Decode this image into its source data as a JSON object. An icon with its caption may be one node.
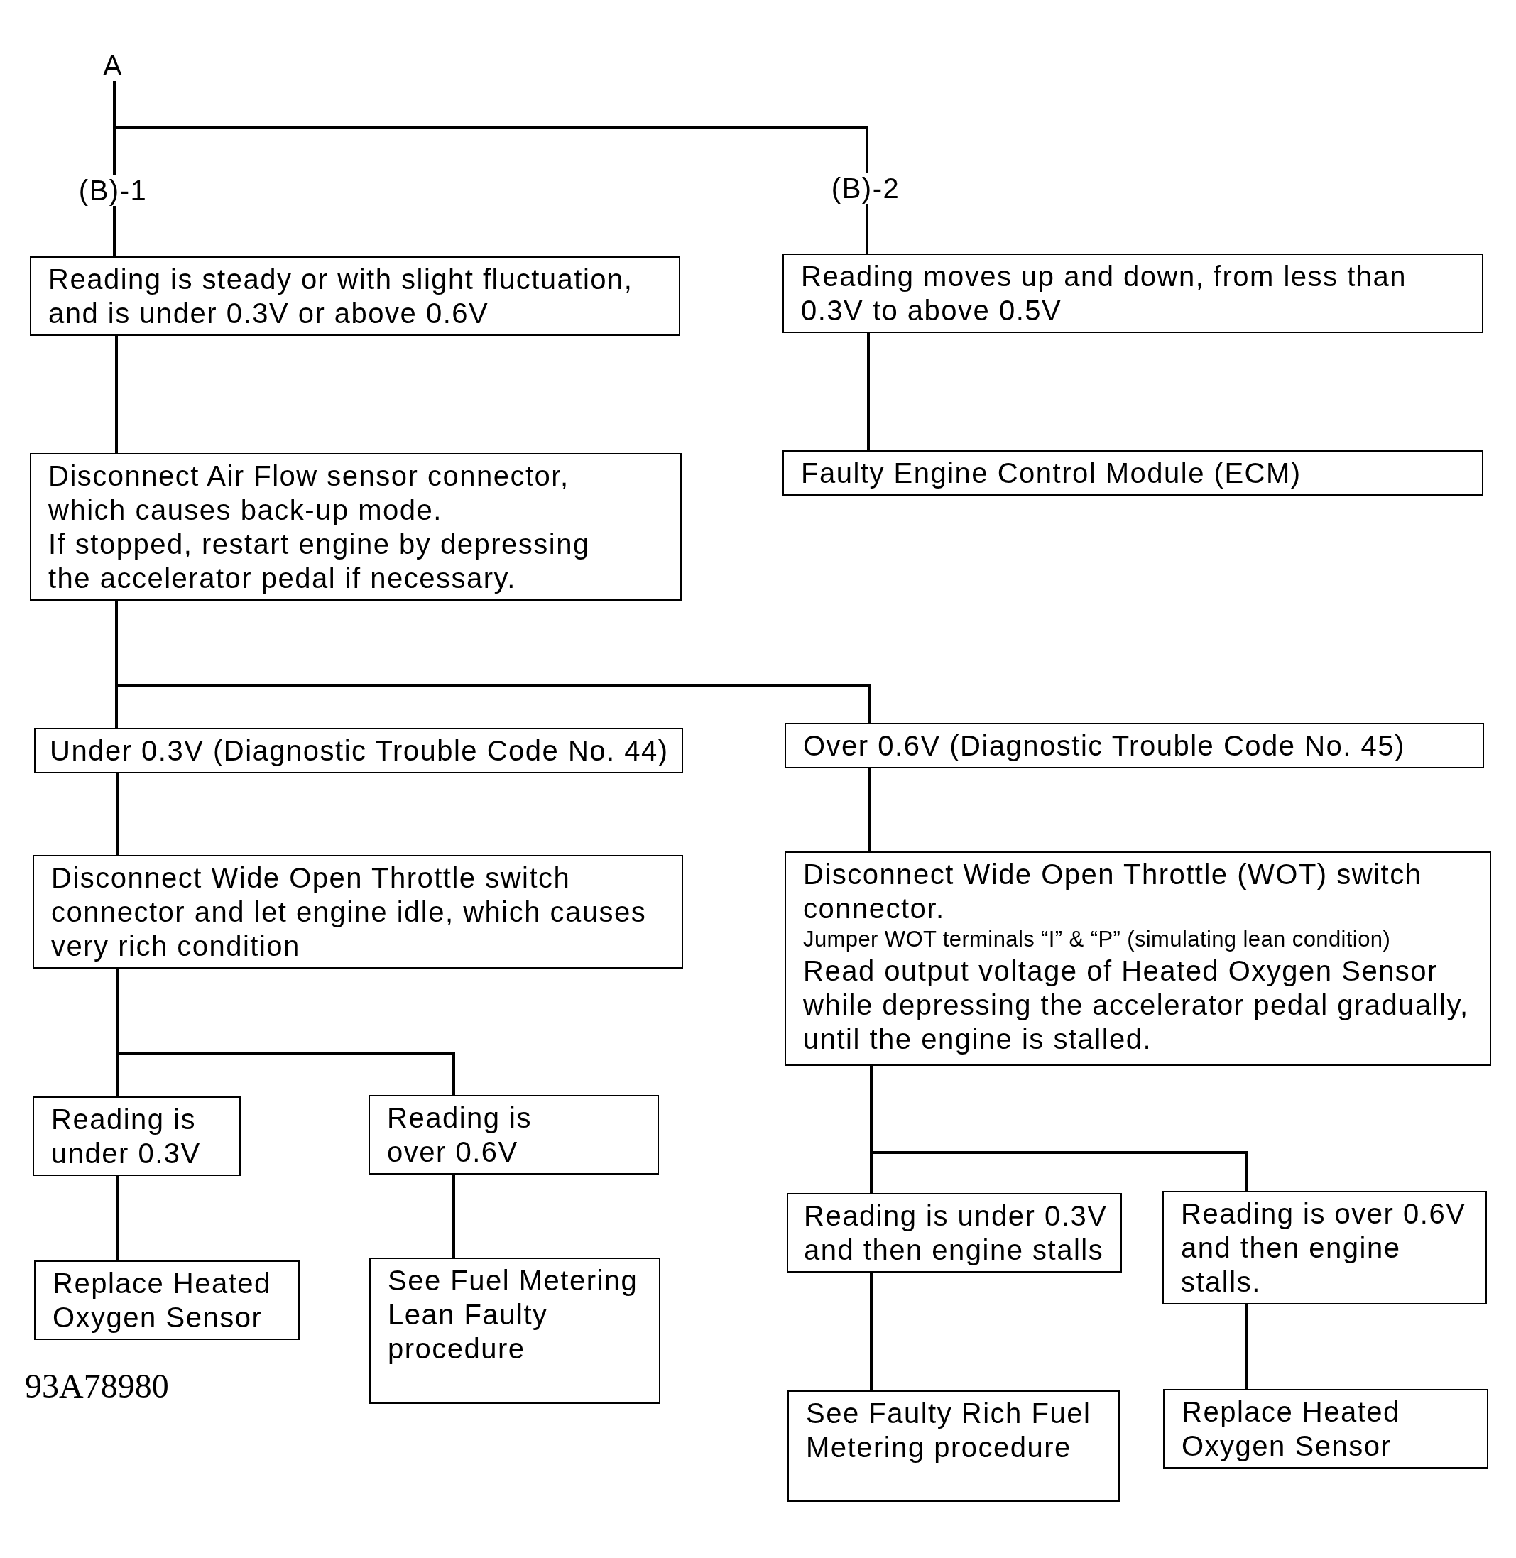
{
  "diagram": {
    "nodes": [
      {
        "text": [
          "A"
        ]
      },
      {
        "text": [
          "(B)-1"
        ]
      },
      {
        "text": [
          "(B)-2"
        ]
      },
      {
        "text": [
          "Reading is steady or with slight fluctuation, and is under 0.3V or above 0.6V"
        ]
      },
      {
        "text": [
          "Reading moves up and down, from less than 0.3V to above 0.5V"
        ]
      },
      {
        "text": [
          "Disconnect Air Flow sensor connector, which causes back-up mode.",
          "If stopped, restart engine by depressing the accelerator pedal if necessary."
        ]
      },
      {
        "text": [
          "Faulty Engine Control Module (ECM)"
        ]
      },
      {
        "text": [
          "Under 0.3V (Diagnostic Trouble Code No. 44)"
        ]
      },
      {
        "text": [
          "Over 0.6V (Diagnostic Trouble Code No. 45)"
        ]
      },
      {
        "text": [
          "Disconnect Wide Open Throttle switch connector and let engine idle, which causes very rich condition"
        ]
      },
      {
        "text": [
          "Disconnect Wide Open Throttle (WOT) switch connector.",
          "Jumper WOT terminals “I” & “P” (simulating lean condition)",
          "Read output voltage of Heated Oxygen Sensor while depressing the accelerator pedal gradually, until the engine is stalled."
        ]
      },
      {
        "text": [
          "Reading is under 0.3V"
        ]
      },
      {
        "text": [
          "Reading is over 0.6V"
        ]
      },
      {
        "text": [
          "Reading is under 0.3V and then engine stalls"
        ]
      },
      {
        "text": [
          "Reading is over 0.6V and then engine stalls."
        ]
      },
      {
        "text": [
          "Replace Heated Oxygen Sensor"
        ]
      },
      {
        "text": [
          "See Fuel Metering Lean Faulty procedure"
        ]
      },
      {
        "text": [
          "See Faulty Rich Fuel Metering procedure"
        ]
      },
      {
        "text": [
          "Replace Heated Oxygen Sensor"
        ]
      }
    ],
    "edges": [
      {
        "from": 0,
        "to": 1,
        "arrow": "none"
      },
      {
        "from": 0,
        "to": 2,
        "arrow": "none"
      },
      {
        "from": 1,
        "to": 3,
        "arrow": "none"
      },
      {
        "from": 2,
        "to": 4,
        "arrow": "none"
      },
      {
        "from": 3,
        "to": 5,
        "arrow": "none"
      },
      {
        "from": 4,
        "to": 6,
        "arrow": "none"
      },
      {
        "from": 5,
        "to": 7,
        "arrow": "none"
      },
      {
        "from": 5,
        "to": 8,
        "arrow": "none"
      },
      {
        "from": 7,
        "to": 9,
        "arrow": "none"
      },
      {
        "from": 8,
        "to": 10,
        "arrow": "none"
      },
      {
        "from": 9,
        "to": 11,
        "arrow": "none"
      },
      {
        "from": 9,
        "to": 12,
        "arrow": "none"
      },
      {
        "from": 10,
        "to": 13,
        "arrow": "none"
      },
      {
        "from": 10,
        "to": 14,
        "arrow": "none"
      },
      {
        "from": 11,
        "to": 15,
        "arrow": "none"
      },
      {
        "from": 12,
        "to": 16,
        "arrow": "none"
      },
      {
        "from": 13,
        "to": 17,
        "arrow": "none"
      },
      {
        "from": 14,
        "to": 18,
        "arrow": "none"
      }
    ],
    "labels": [
      "93A78980"
    ]
  }
}
